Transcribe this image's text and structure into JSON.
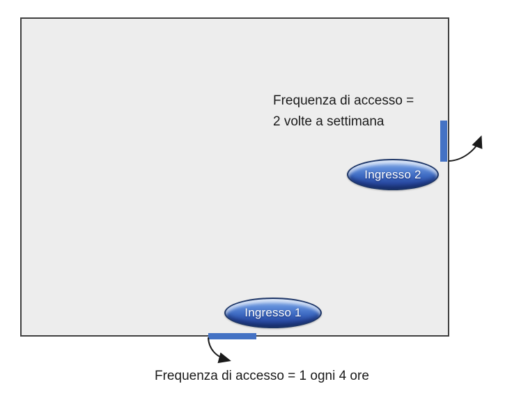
{
  "diagram": {
    "type": "room-access-diagram",
    "room": {
      "fill": "#ededed",
      "border_color": "#3f3f3f"
    },
    "entrances": [
      {
        "id": "ingresso-2",
        "label": "Ingresso 2",
        "wall": "right",
        "frequency_line1": "Frequenza di accesso =",
        "frequency_line2": "2 volte a settimana",
        "door_color": "#4472c4"
      },
      {
        "id": "ingresso-1",
        "label": "Ingresso 1",
        "wall": "bottom",
        "frequency": "Frequenza di accesso = 1 ogni 4 ore",
        "door_color": "#4472c4"
      }
    ],
    "colors": {
      "door_blue": "#4472c4",
      "pill_border": "#1e3667",
      "pill_gradient_top": "#9dbceb",
      "pill_gradient_bottom": "#203f86",
      "arrow": "#1a1a1a",
      "text": "#1a1a1a",
      "background": "#ffffff"
    }
  }
}
